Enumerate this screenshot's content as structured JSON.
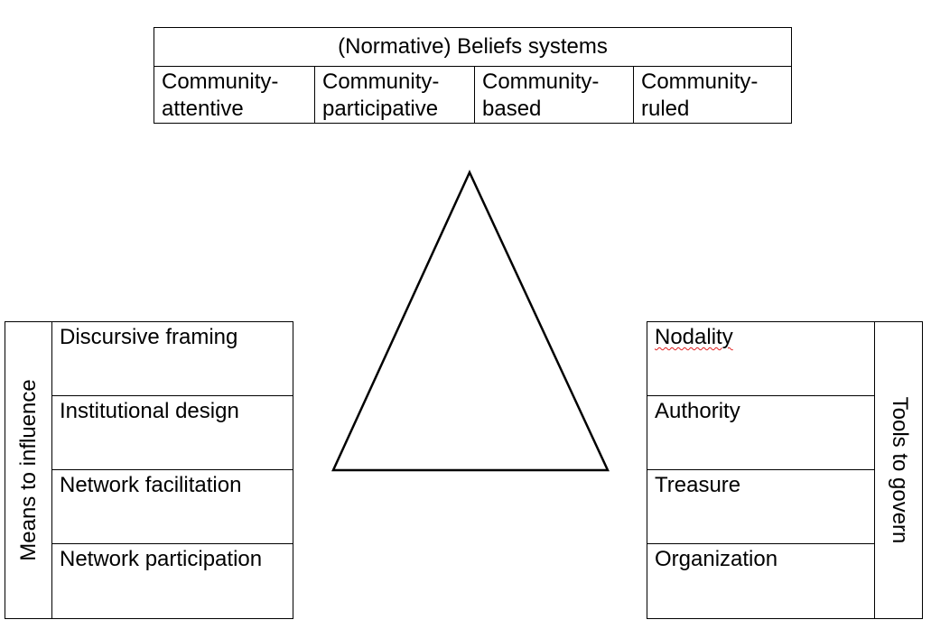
{
  "top_table": {
    "title": "(Normative) Beliefs systems",
    "cells": [
      {
        "line1": "Community-",
        "line2": "attentive"
      },
      {
        "line1": "Community-",
        "line2": "participative"
      },
      {
        "line1": "Community-",
        "line2": "based"
      },
      {
        "line1": "Community-",
        "line2": "ruled"
      }
    ]
  },
  "left_panel": {
    "label": "Means to influence",
    "items": [
      "Discursive framing",
      "Institutional design",
      "Network facilitation",
      "Network participation"
    ]
  },
  "right_panel": {
    "label": "Tools to govern",
    "items": [
      "Nodality",
      "Authority",
      "Treasure",
      "Organization"
    ]
  }
}
